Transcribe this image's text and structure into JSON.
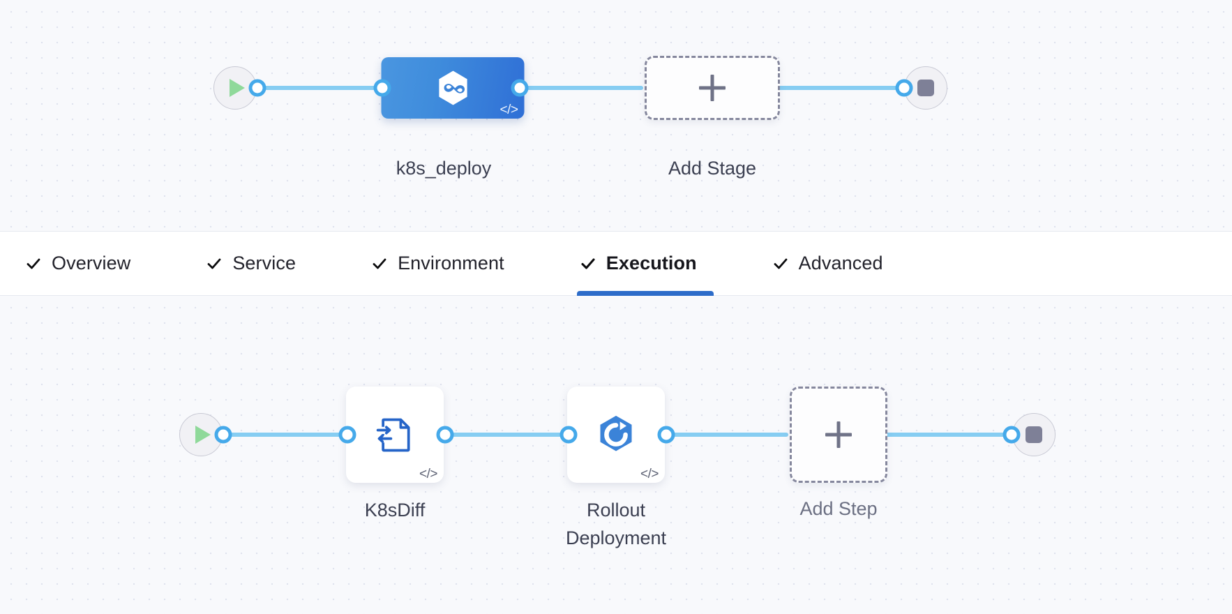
{
  "theme": {
    "canvas_bg": "#f8f9fc",
    "grid_dot": "#dfe2ee",
    "link_blue": "#86cdf2",
    "port_blue": "#45a9ea",
    "stage_blue_from": "#4a96e0",
    "stage_blue_to": "#2f6fd6",
    "active_tab_underline": "#2d6cc9",
    "dashed_border": "#85879d",
    "play_green": "#8fd99a",
    "stop_gray": "#7e8097"
  },
  "stage_graph": {
    "name": "pipeline-stages",
    "start_node": {
      "icon": "play-icon",
      "label": ""
    },
    "end_node": {
      "icon": "stop-icon",
      "label": ""
    },
    "nodes": [
      {
        "id": "k8s_deploy",
        "label": "k8s_deploy",
        "type": "stage",
        "icon": "harness-deploy-hexagon-icon",
        "badge": "</>",
        "selected": true
      },
      {
        "id": "add_stage",
        "label": "Add Stage",
        "type": "add",
        "icon": "plus-icon"
      }
    ]
  },
  "tabs": {
    "name": "stage-config-tabs",
    "items": [
      {
        "id": "overview",
        "label": "Overview",
        "check": true,
        "active": false
      },
      {
        "id": "service",
        "label": "Service",
        "check": true,
        "active": false
      },
      {
        "id": "environment",
        "label": "Environment",
        "check": true,
        "active": false
      },
      {
        "id": "execution",
        "label": "Execution",
        "check": true,
        "active": true
      },
      {
        "id": "advanced",
        "label": "Advanced",
        "check": true,
        "active": false
      }
    ]
  },
  "step_graph": {
    "name": "execution-steps",
    "start_node": {
      "icon": "play-icon",
      "label": ""
    },
    "end_node": {
      "icon": "stop-icon",
      "label": ""
    },
    "nodes": [
      {
        "id": "k8sdiff",
        "label": "K8sDiff",
        "type": "step",
        "icon": "k8s-diff-document-icon",
        "badge": "</>"
      },
      {
        "id": "rollout_deployment",
        "label": "Rollout\nDeployment",
        "type": "step",
        "icon": "rollout-deployment-hexagon-icon",
        "badge": "</>"
      },
      {
        "id": "add_step",
        "label": "Add Step",
        "type": "add",
        "icon": "plus-icon"
      }
    ]
  }
}
